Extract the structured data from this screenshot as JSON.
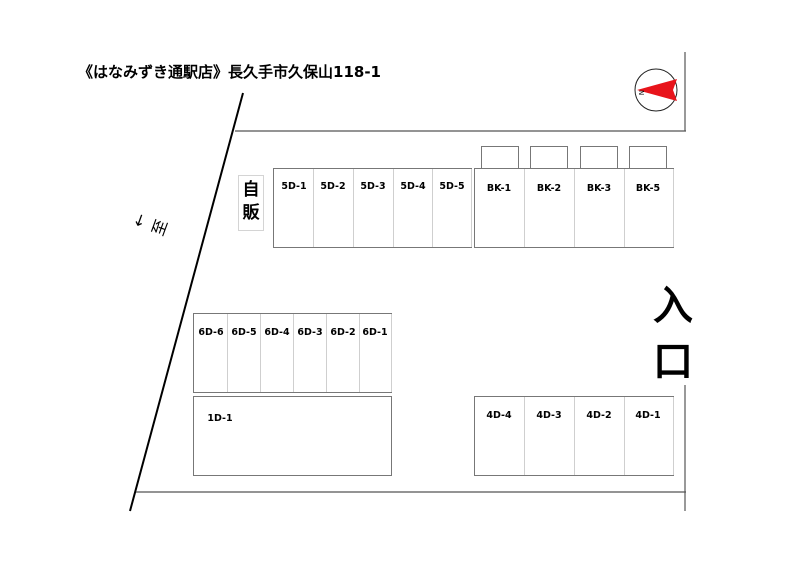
{
  "title": "《はなみずき通駅店》長久手市久保山118-1",
  "vending_machine": [
    "自",
    "販"
  ],
  "entrance": [
    "入",
    "口"
  ],
  "direction_marker": [
    "←",
    "至"
  ],
  "compass": {
    "letter": "N",
    "color": "#e8141b"
  },
  "units_5d": [
    "5D-1",
    "5D-2",
    "5D-3",
    "5D-4",
    "5D-5"
  ],
  "units_bk": [
    "BK-1",
    "BK-2",
    "BK-3",
    "BK-5"
  ],
  "units_6d": [
    "6D-6",
    "6D-5",
    "6D-4",
    "6D-3",
    "6D-2",
    "6D-1"
  ],
  "units_1d": [
    "1D-1"
  ],
  "units_4d": [
    "4D-4",
    "4D-3",
    "4D-2",
    "4D-1"
  ]
}
